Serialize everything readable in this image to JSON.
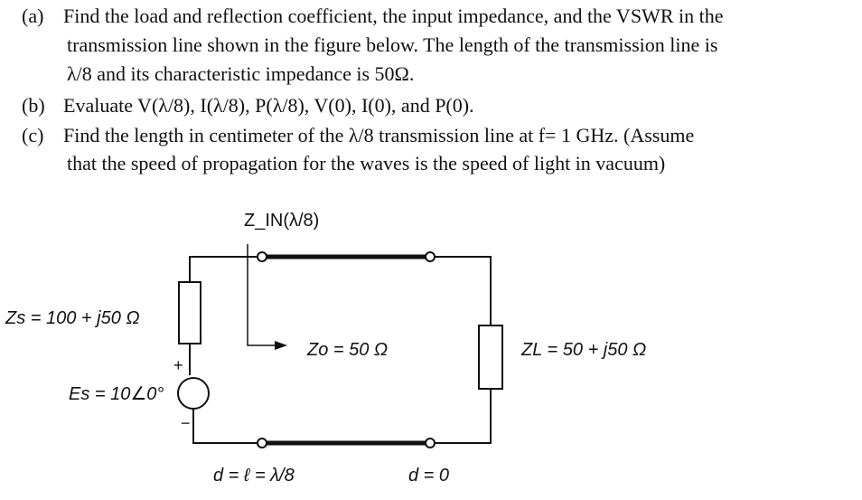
{
  "problem": {
    "part_a": {
      "label": "(a)",
      "line1": "Find the load and reflection coefficient, the input impedance, and the VSWR in the",
      "line2": "transmission line shown in the figure below.  The length of the transmission line is",
      "line3": "λ/8 and its characteristic impedance is 50Ω."
    },
    "part_b": {
      "label": "(b)",
      "line1": "Evaluate V(λ/8), I(λ/8), P(λ/8), V(0), I(0), and P(0)."
    },
    "part_c": {
      "label": "(c)",
      "line1": "Find the length in centimeter of the λ/8 transmission line at f= 1 GHz. (Assume",
      "line2": "that the speed of propagation for the waves is the speed of light in vacuum)"
    }
  },
  "figure": {
    "zin_label": "Z_IN(λ/8)",
    "zs_label": "Zs = 100 + j50 Ω",
    "es_label": "Es = 10∠0°",
    "plus_sign": "+",
    "minus_sign": "−",
    "z0_label": "Zo = 50 Ω",
    "zl_label": "ZL = 50 + j50 Ω",
    "d_left_label": "d = ℓ = λ/8",
    "d_right_label": "d = 0"
  }
}
